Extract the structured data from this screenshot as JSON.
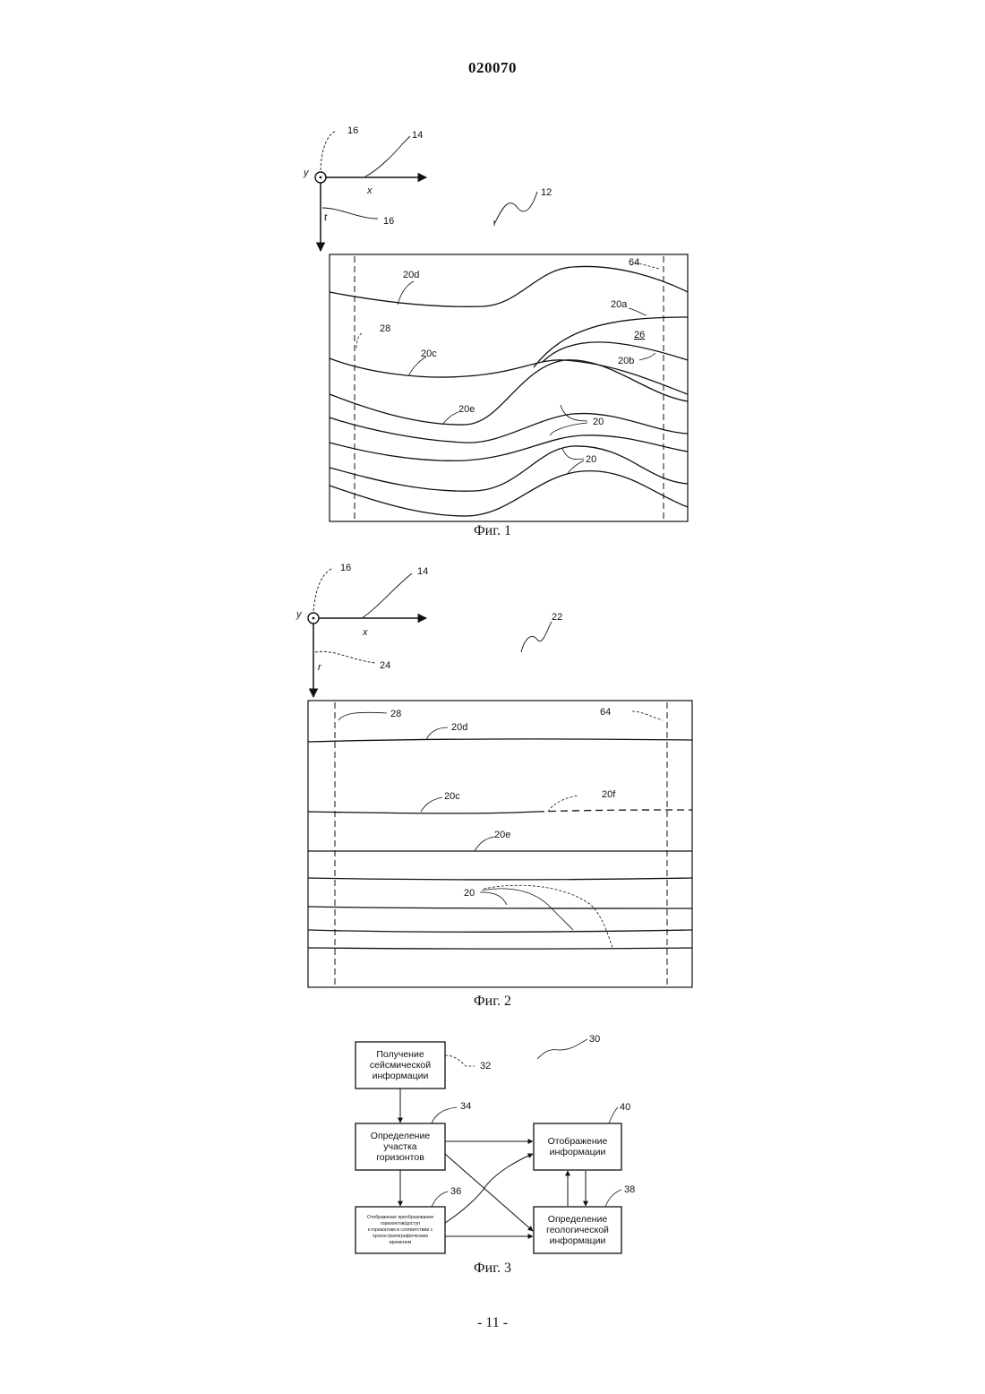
{
  "header": {
    "doc_number": "020070"
  },
  "fig1": {
    "caption": "Фиг. 1",
    "axis": {
      "x": "x",
      "y": "y",
      "t": "t"
    },
    "refs": {
      "r16a": "16",
      "r14": "14",
      "r16b": "16",
      "r12": "12",
      "r64": "64",
      "r20d": "20d",
      "r20a": "20a",
      "r28": "28",
      "r26": "26",
      "r20c": "20c",
      "r20b": "20b",
      "r20e": "20e",
      "r20x": "20",
      "r20y": "20"
    }
  },
  "fig2": {
    "caption": "Фиг. 2",
    "axis": {
      "x": "x",
      "y": "y",
      "r": "r"
    },
    "refs": {
      "r16": "16",
      "r14": "14",
      "r22": "22",
      "r24": "24",
      "r28": "28",
      "r64": "64",
      "r20d": "20d",
      "r20c": "20c",
      "r20f": "20f",
      "r20e": "20e",
      "r20": "20"
    }
  },
  "fig3": {
    "caption": "Фиг. 3",
    "refs": {
      "r30": "30",
      "r32": "32",
      "r34": "34",
      "r36": "36",
      "r38": "38",
      "r40": "40"
    },
    "boxes": {
      "b32": [
        "Получение",
        "сейсмической",
        "информации"
      ],
      "b34": [
        "Определение",
        "участка",
        "горизонтов"
      ],
      "b36": [
        "Отображение преобразования",
        "горизонтов/доступ",
        "к горизонтам в соответствии с",
        "хроностратиграфическим",
        "временем"
      ],
      "b40": [
        "Отображение",
        "информации"
      ],
      "b38": [
        "Определение",
        "геологической",
        "информации"
      ]
    }
  },
  "footer": {
    "page_number": "- 11 -"
  }
}
